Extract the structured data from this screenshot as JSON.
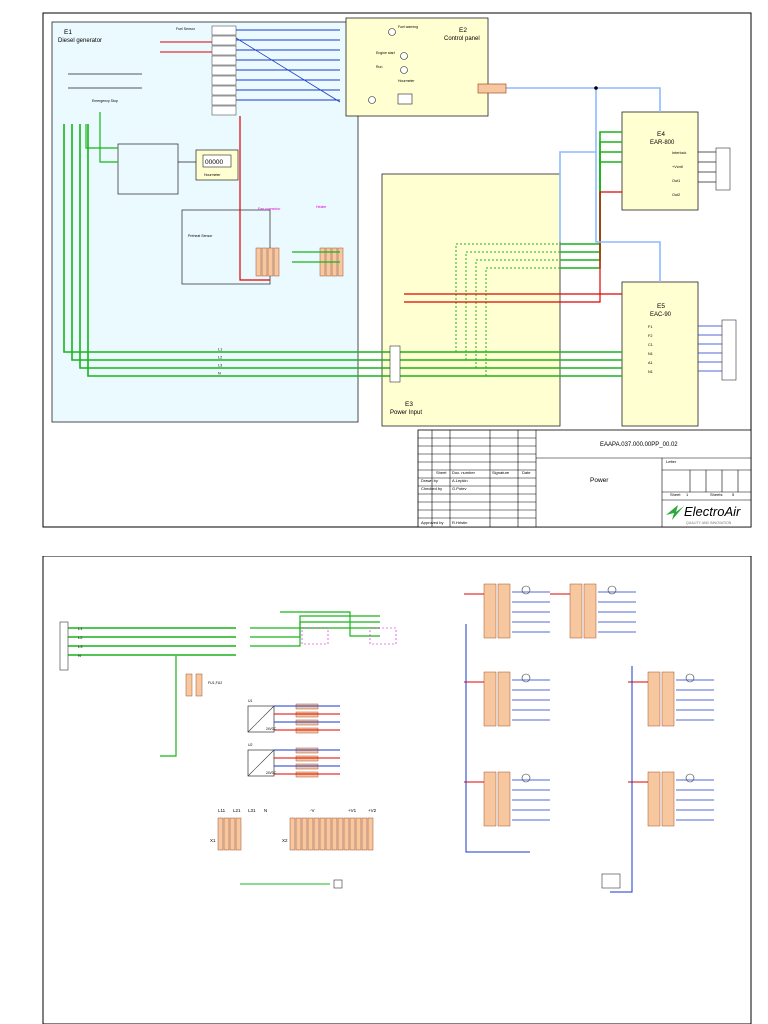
{
  "sheet1": {
    "blocks": {
      "e1": {
        "id": "E1",
        "name": "Diesel generator"
      },
      "e2": {
        "id": "E2",
        "name": "Control panel"
      },
      "e3": {
        "id": "E3",
        "name": "Power Input"
      },
      "e4": {
        "id": "E4",
        "name": "EAR-800"
      },
      "e5": {
        "id": "E5",
        "name": "EAC-90"
      }
    },
    "e1_labels": {
      "fuel_sensor": "Fuel Sensor",
      "emergency_stop": "Emergency Stop",
      "hourmeter": "Hourmeter",
      "hour_display": "00000",
      "preheat": "Preheat Sensor",
      "fan_connector": "Fan connector",
      "heater": "Heater"
    },
    "e2_labels": {
      "e2_item1": "Fuel warning",
      "e2_item2": "Engine start",
      "e2_item3": "Run",
      "e2_item4": "Hourmeter"
    },
    "e4_terminals": [
      "Interlock",
      "+Vcntl",
      "Out1",
      "Out2"
    ],
    "e5_terminals": [
      "F1",
      "F2",
      "C1",
      "N1",
      "A1",
      "N1"
    ],
    "phase_labels": [
      "L1",
      "L2",
      "L3",
      "N"
    ],
    "title_block": {
      "code": "EAAPA.037.000.00PP_00.02",
      "title": "Power",
      "letter_label": "Letter",
      "sheet_label": "Sheet",
      "sheets_label": "Sheets",
      "sheet_value": "1",
      "sheets_value": "5",
      "headers": [
        "Sheet",
        "Doc. number",
        "Signature",
        "Date"
      ],
      "roles": [
        {
          "role": "Drawn by",
          "name": "A.Lepkin"
        },
        {
          "role": "Checked by",
          "name": "G.Potev"
        },
        {
          "role": "Approved by",
          "name": "R.Hristin"
        }
      ],
      "logo_text": "ElectroAir",
      "logo_tagline": "QUALITY AND INNOVATION"
    }
  },
  "sheet2": {
    "input_lines": [
      "L1",
      "L2",
      "L3",
      "N"
    ],
    "terminal_headers": [
      "L11",
      "L21",
      "L31",
      "N",
      "-V",
      "+V1",
      "+V2"
    ],
    "fuse_label": "FU1,FU2",
    "psu_labels": [
      "U1",
      "U2"
    ],
    "psu_type": "24VDC",
    "rows_x1": "X1",
    "rows_x2": "X2"
  },
  "colors": {
    "sheet_border": "#000000",
    "e1_fill": "#eafaff",
    "block_fill": "#ffffd2",
    "green_wire": "#19b419",
    "red_wire": "#e00000",
    "blue_wire": "#1a3ac9",
    "dashed_wire": "#19b419",
    "light_blue_wire": "#8fb9ff",
    "magenta_text": "#e000e0",
    "terminal_fill": "#f7c7a0",
    "terminal_stroke": "#a0522d",
    "logo_green": "#2ea83a"
  }
}
